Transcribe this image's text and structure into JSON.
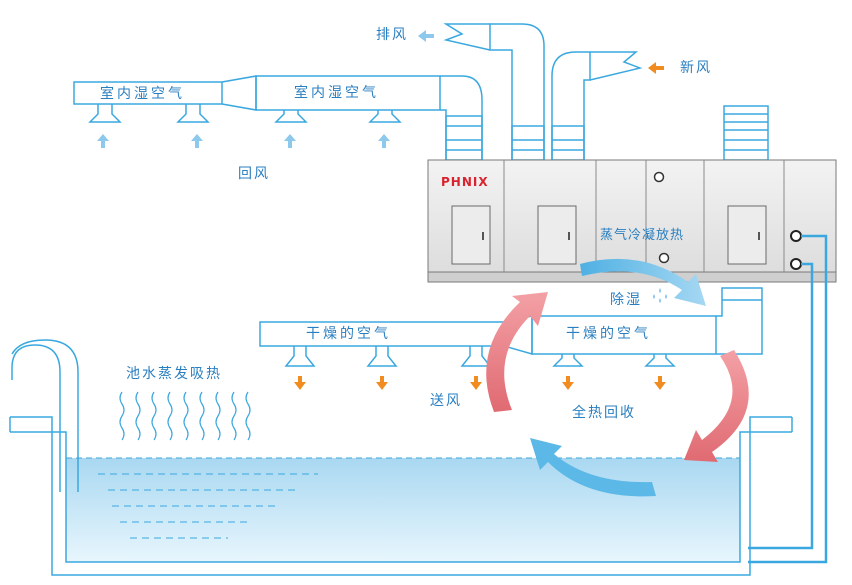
{
  "labels": {
    "exhaust_air": "排风",
    "fresh_air": "新风",
    "return_air": "回风",
    "indoor_humid_air_1": "室内湿空气",
    "indoor_humid_air_2": "室内湿空气",
    "dry_air_1": "干燥的空气",
    "dry_air_2": "干燥的空气",
    "condensation_heat": "蒸气冷凝放热",
    "dehumidify": "除湿",
    "supply_air": "送风",
    "full_heat_recovery": "全热回收",
    "pool_evaporation_heat": "池水蒸发吸热"
  },
  "unit": {
    "brand": "PHNIX"
  },
  "colors": {
    "line_blue": "#3aa8df",
    "label_blue": "#2a7fc0",
    "water_blue": "#bfe3f6",
    "arrow_red": "#e87a80",
    "arrow_blue": "#5cb8e6",
    "arrow_orange": "#f08c20",
    "unit_gray": "#e2e2e2",
    "brand_red": "#d9232e"
  },
  "icons": [
    "exhaust-arrow-icon",
    "fresh-air-arrow-icon",
    "return-air-arrow-icon",
    "supply-air-arrow-icon",
    "water-drops-icon",
    "pipe-connector-icon"
  ]
}
